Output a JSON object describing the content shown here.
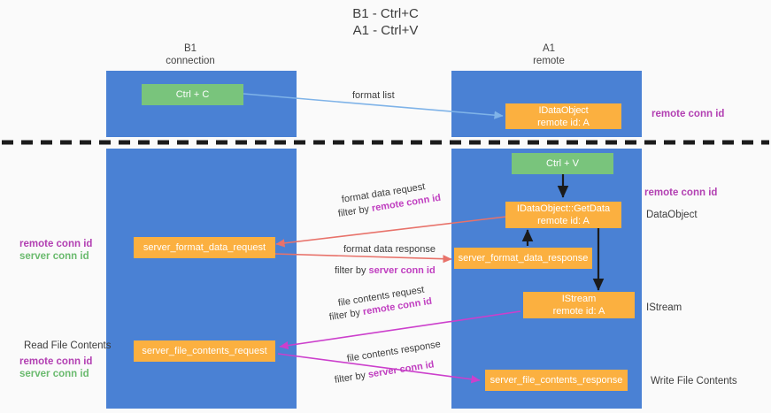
{
  "title": {
    "line1": "B1 - Ctrl+C",
    "line2": "A1 - Ctrl+V"
  },
  "columns": [
    {
      "name": "B1",
      "sub": "connection"
    },
    {
      "name": "A1",
      "sub": "remote"
    }
  ],
  "nodes": {
    "ctrl_c": {
      "label": "Ctrl + C"
    },
    "ctrl_v": {
      "label": "Ctrl + V"
    },
    "idataobject": {
      "line1": "IDataObject",
      "line2": "remote id: A"
    },
    "getdata": {
      "line1": "IDataObject::GetData",
      "line2": "remote id: A"
    },
    "istream": {
      "line1": "IStream",
      "line2": "remote id: A"
    },
    "server_format_data_request": {
      "label": "server_format_data_request"
    },
    "server_format_data_response": {
      "label": "server_format_data_response"
    },
    "server_file_contents_request": {
      "label": "server_file_contents_request"
    },
    "server_file_contents_response": {
      "label": "server_file_contents_response"
    }
  },
  "edge_labels": {
    "format_list": "format list",
    "format_data_request": "format data request",
    "format_data_request_filter_prefix": "filter by ",
    "format_data_request_filter_key": "remote conn id",
    "format_data_response": "format data response",
    "format_data_response_filter_prefix": "filter by ",
    "format_data_response_filter_key": "server conn id",
    "file_contents_request": "file contents request",
    "file_contents_request_filter_prefix": "filter by ",
    "file_contents_request_filter_key": "remote conn id",
    "file_contents_response": "file contents response",
    "file_contents_response_filter_prefix": "filter by ",
    "file_contents_response_filter_key": "server conn id"
  },
  "annotations": {
    "right_remote_conn_id_top": "remote conn id",
    "right_remote_conn_id_mid": "remote conn id",
    "right_dataobject": "DataObject",
    "right_istream": "IStream",
    "right_write_file_contents": "Write File Contents",
    "left_remote_conn_id_mid": "remote conn id",
    "left_server_conn_id_mid": "server conn id",
    "left_read_file_contents": "Read File Contents",
    "left_remote_conn_id_bottom": "remote conn id",
    "left_server_conn_id_bottom": "server conn id"
  },
  "colors": {
    "lane": "#4a81d4",
    "green_node": "#79c47c",
    "orange_node": "#fbb040",
    "remote_conn_id": "#b23fb2",
    "server_conn_id": "#6aba6e",
    "arrow_blue": "#7fb3e8",
    "arrow_red": "#e8726a",
    "arrow_magenta": "#cc3fcc",
    "arrow_black": "#222222",
    "divider": "#222222",
    "background": "#fafafa"
  }
}
